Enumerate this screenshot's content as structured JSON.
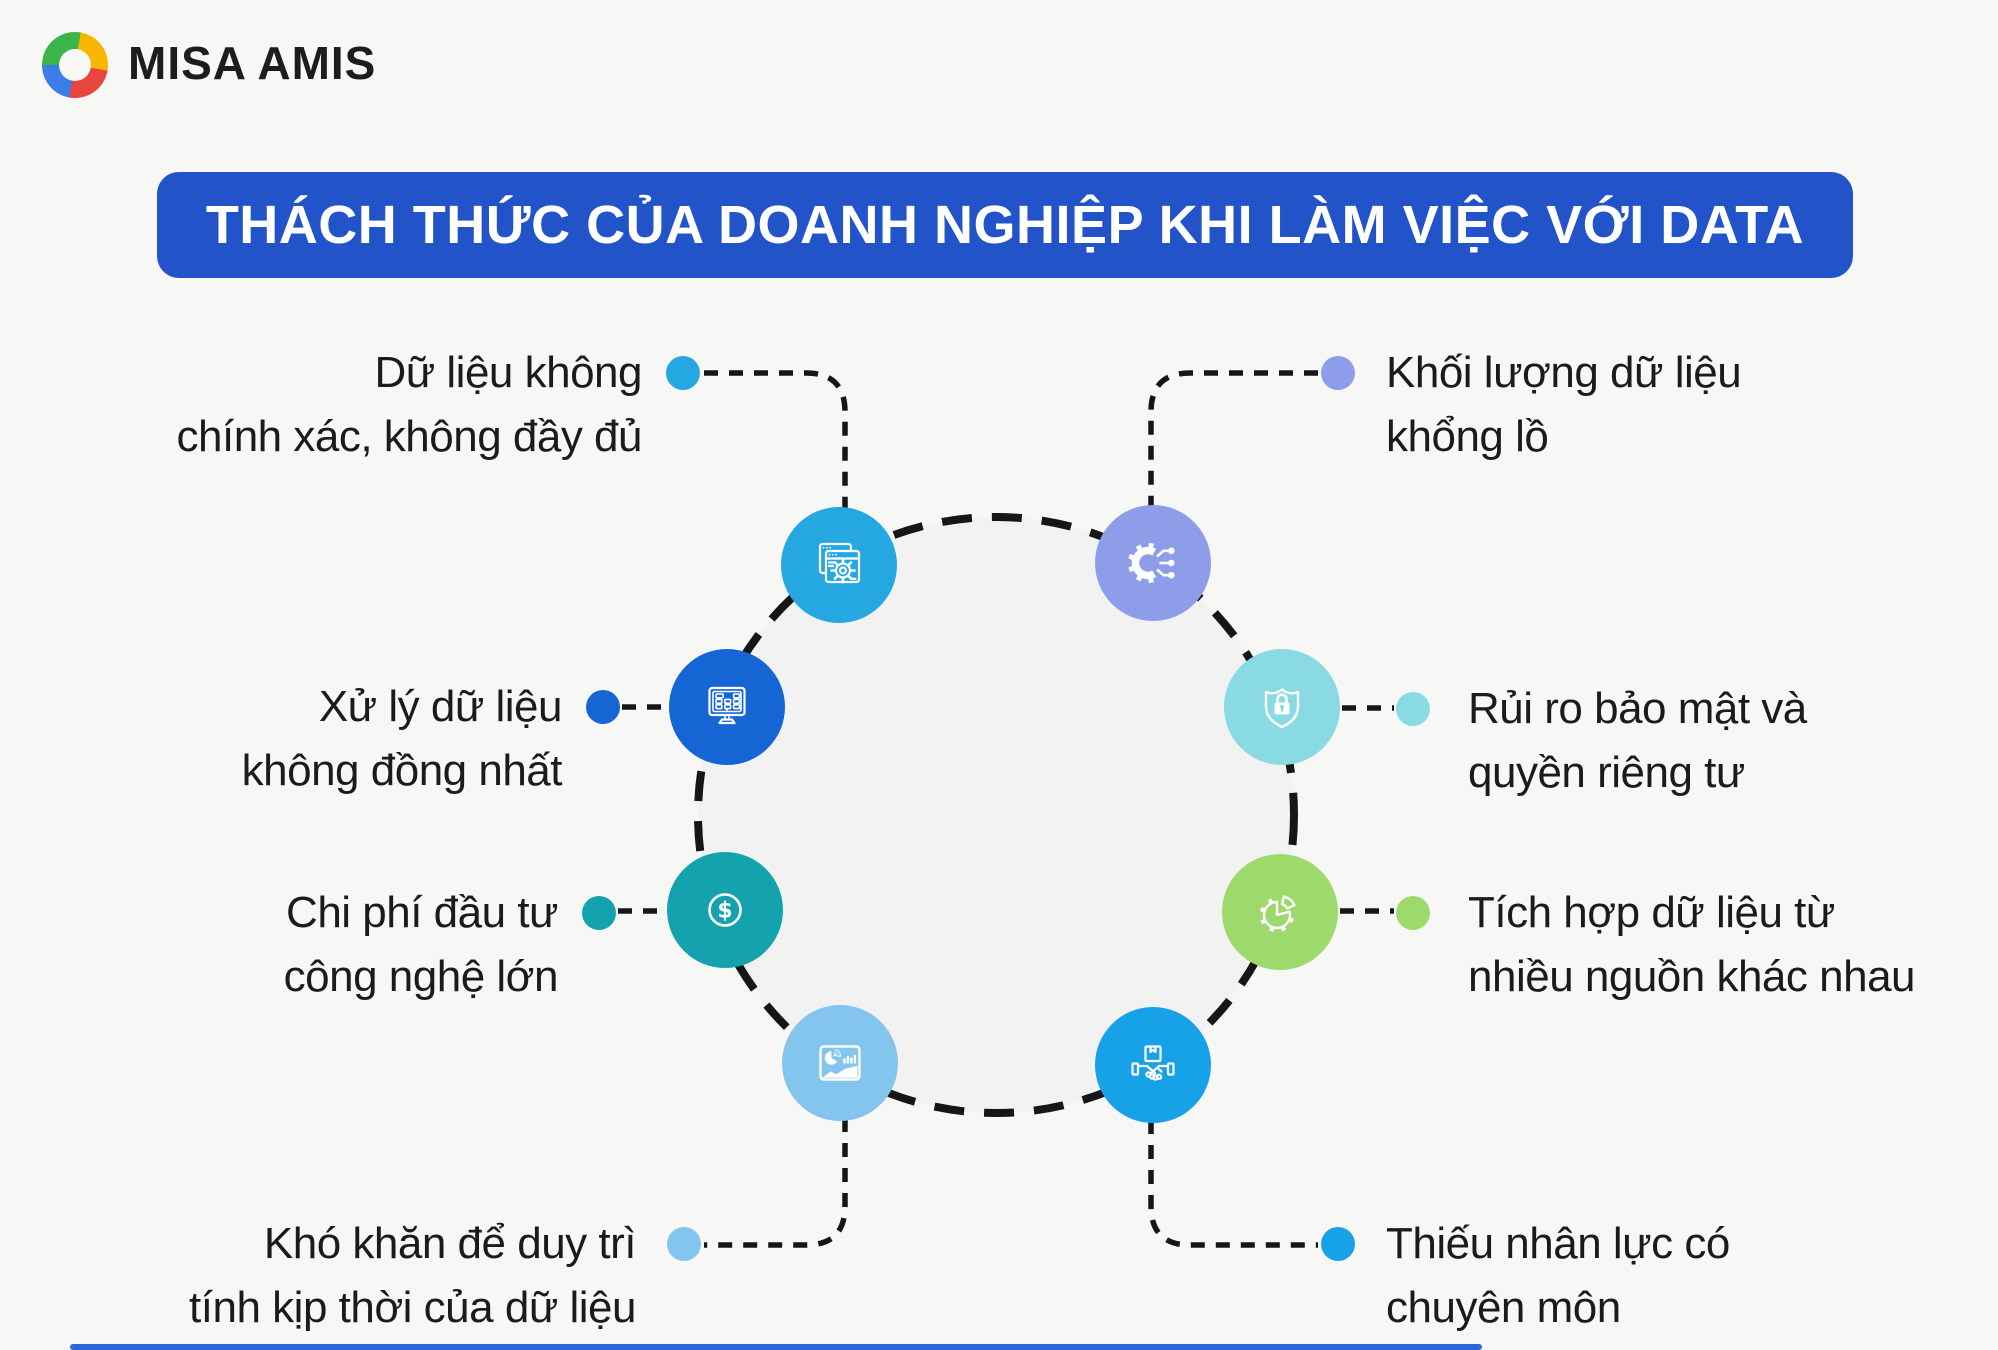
{
  "logo": {
    "brand": "MISA AMIS",
    "colors": {
      "green": "#3bb54a",
      "yellow": "#f8b600",
      "red": "#e8453c",
      "blue": "#3a7de8"
    }
  },
  "title": {
    "text": "THÁCH THỨC CỦA DOANH NGHIỆP KHI LÀM VIỆC VỚI DATA",
    "background": "#2353c9",
    "color": "#ffffff"
  },
  "diagram": {
    "ring_color": "#161616",
    "inner_fill": "#f2f2f3",
    "items": [
      {
        "id": "data-inaccurate",
        "position": "top-left",
        "icon": "browser-gear-icon",
        "color": "#25a8e2",
        "label": "Dữ liệu không\nchính xác, không đầy đủ"
      },
      {
        "id": "data-volume",
        "position": "top-right",
        "icon": "circuit-gear-icon",
        "color": "#8d9de9",
        "label": "Khối lượng dữ liệu\nkhổng lồ"
      },
      {
        "id": "processing-inconsistent",
        "position": "left",
        "icon": "monitor-grid-icon",
        "color": "#1565d4",
        "label": "Xử lý dữ liệu\nkhông đồng nhất"
      },
      {
        "id": "security-privacy",
        "position": "right",
        "icon": "shield-lock-icon",
        "color": "#89dae2",
        "label": "Rủi ro bảo mật và\nquyền riêng tư"
      },
      {
        "id": "investment-cost",
        "position": "mid-left",
        "icon": "dollar-coin-icon",
        "color": "#14a3ae",
        "label": "Chi phí đầu tư\ncông nghệ lớn",
        "symbol": "$"
      },
      {
        "id": "data-integration",
        "position": "mid-right",
        "icon": "pie-gear-icon",
        "color": "#9ed96d",
        "label": "Tích hợp dữ liệu từ\nnhiều nguồn khác nhau"
      },
      {
        "id": "data-timeliness",
        "position": "bottom-left",
        "icon": "dashboard-chart-icon",
        "color": "#84c5ed",
        "label": "Khó khăn để duy trì\ntính kịp thời của dữ liệu"
      },
      {
        "id": "lack-of-experts",
        "position": "bottom-right",
        "icon": "handshake-box-icon",
        "color": "#17a2e8",
        "label": "Thiếu nhân lực có\nchuyên môn"
      }
    ]
  },
  "footer": {
    "accent_color": "#2a66d9"
  }
}
